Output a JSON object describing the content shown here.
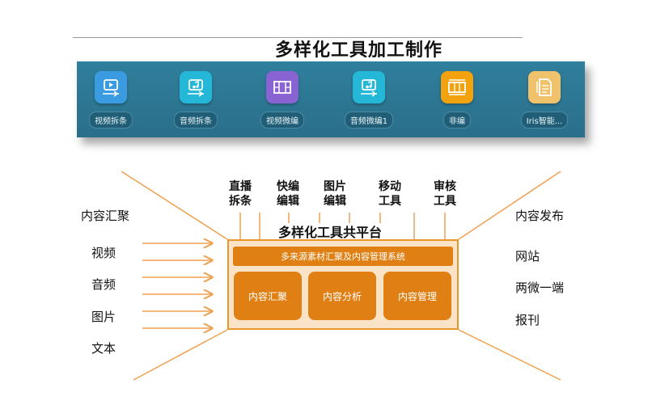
{
  "header": {
    "title": "多样化工具加工制作"
  },
  "toolbar": {
    "tools": [
      {
        "label": "视频拆条",
        "icon": "video-play-icon",
        "color": "#3a9be0"
      },
      {
        "label": "音频拆条",
        "icon": "audio-note-icon",
        "color": "#25b7d8"
      },
      {
        "label": "视频微编",
        "icon": "film-edit-icon",
        "color": "#8a63d2"
      },
      {
        "label": "音频微编1",
        "icon": "audio-note-icon",
        "color": "#25b7d8"
      },
      {
        "label": "非编",
        "icon": "film-strip-icon",
        "color": "#f2a20e"
      },
      {
        "label": "Iris智能...",
        "icon": "document-icon",
        "color": "#f1c26c"
      }
    ]
  },
  "diagram": {
    "left": {
      "heading": "内容汇聚",
      "items": [
        "视频",
        "音频",
        "图片",
        "文本"
      ]
    },
    "right": {
      "heading": "内容发布",
      "items": [
        "网站",
        "两微一端",
        "报刊"
      ]
    },
    "tools": [
      {
        "line1": "直播",
        "line2": "拆条"
      },
      {
        "line1": "快编",
        "line2": "编辑"
      },
      {
        "line1": "图片",
        "line2": "编辑"
      },
      {
        "line1": "移动",
        "line2": "工具"
      },
      {
        "line1": "审核",
        "line2": "工具"
      }
    ],
    "platform": {
      "title": "多样化工具共平台",
      "bar": "多来源素材汇聚及内容管理系统",
      "modules": [
        "内容汇聚",
        "内容分析",
        "内容管理"
      ]
    },
    "colors": {
      "accent": "#e08014",
      "platform_fill": "#fbe3c8",
      "arrow": "#f0a050"
    }
  }
}
